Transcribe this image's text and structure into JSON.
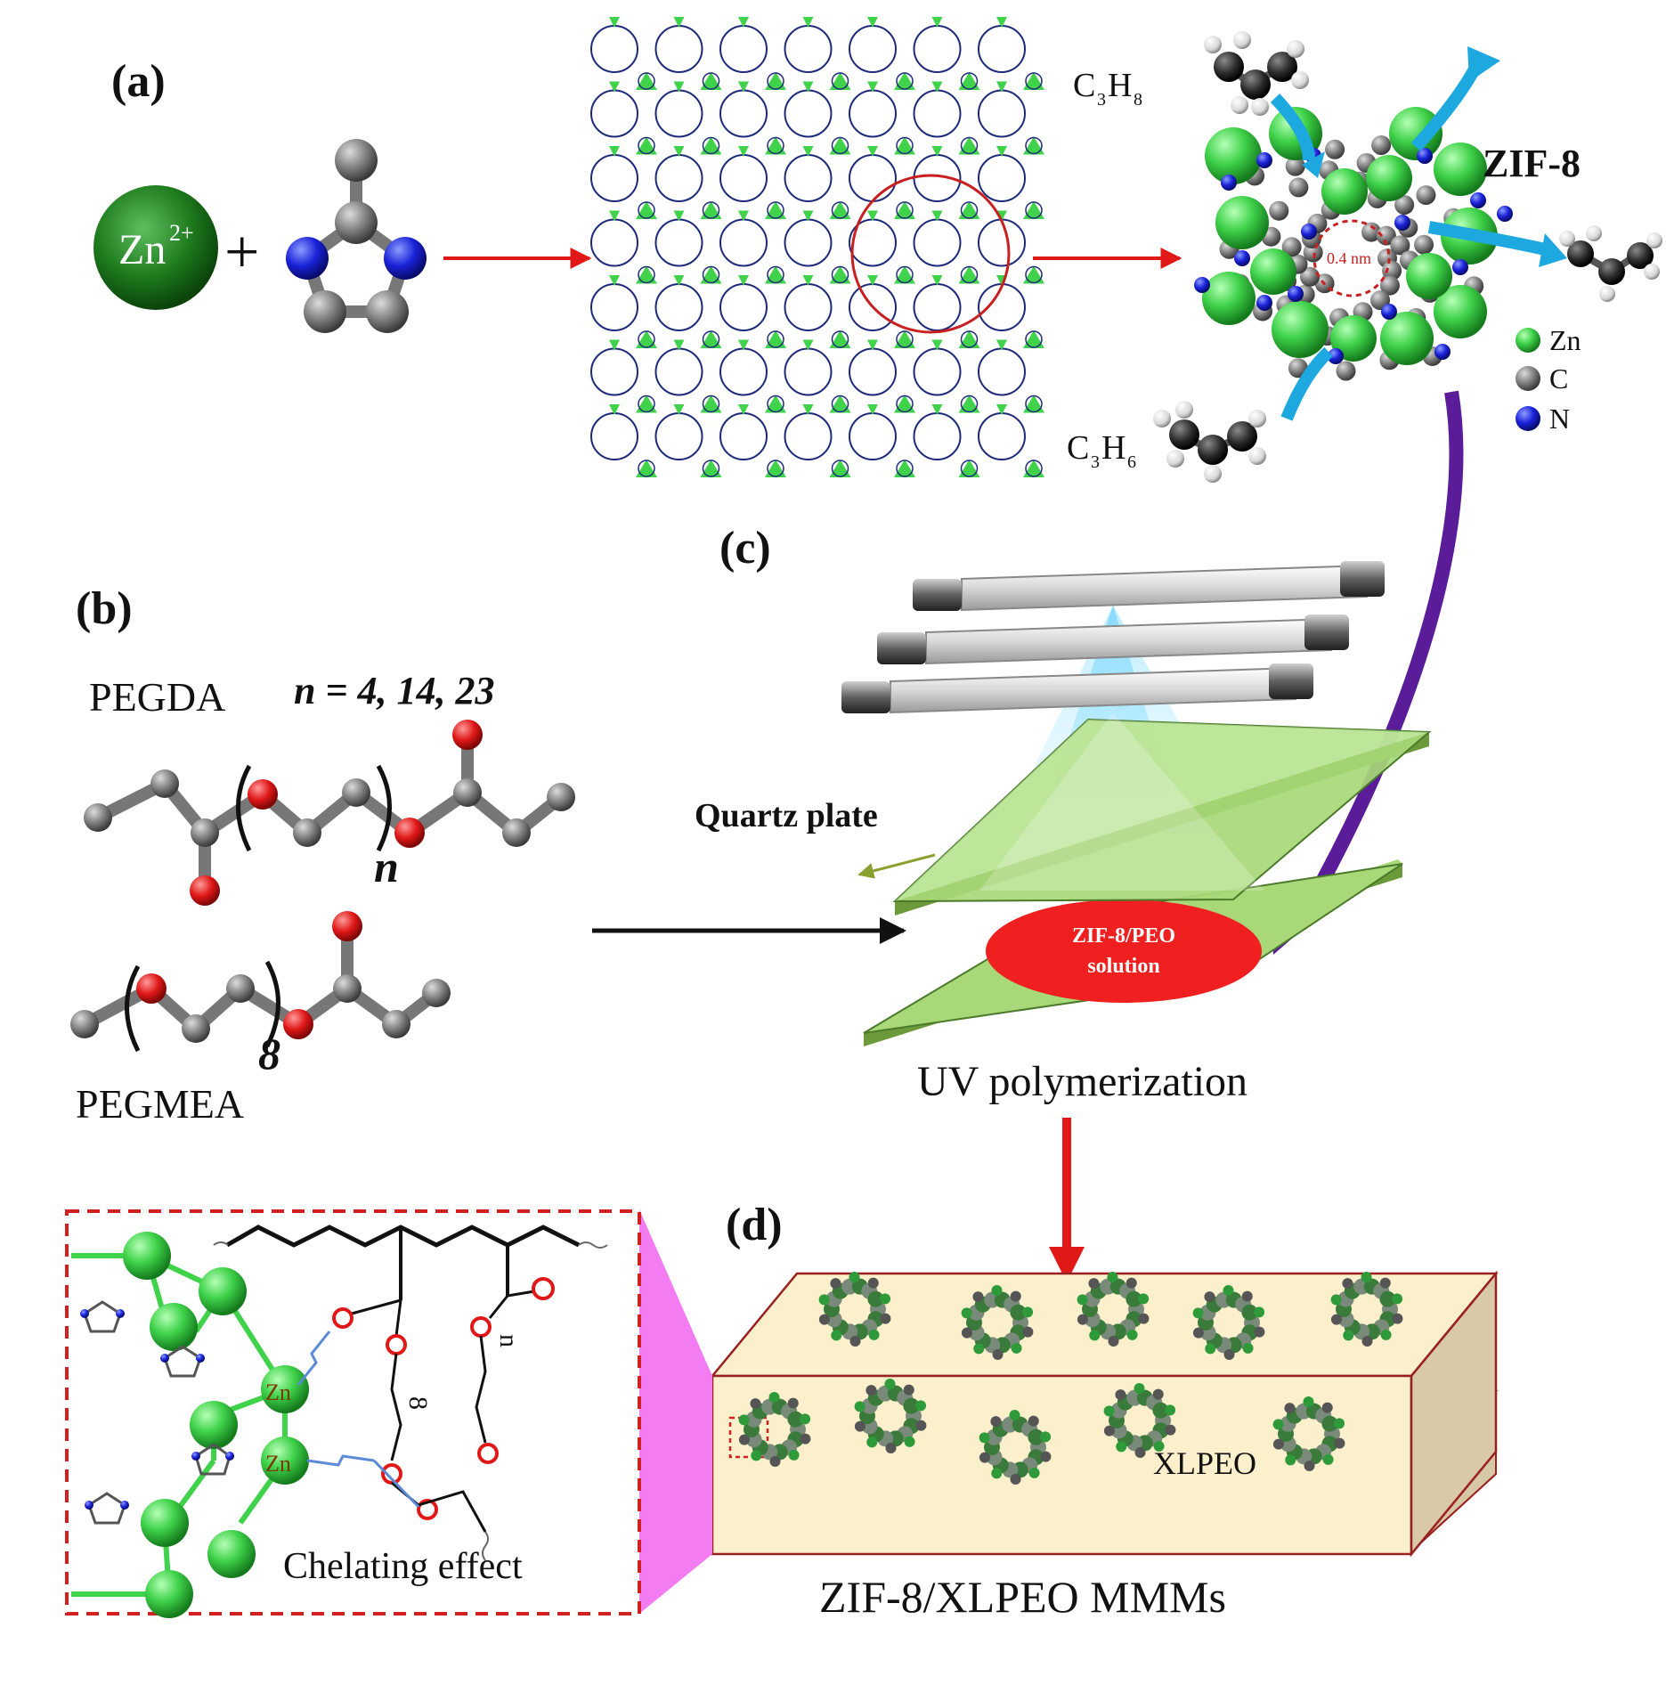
{
  "panels": {
    "a": "(a)",
    "b": "(b)",
    "c": "(c)",
    "d": "(d)"
  },
  "panel_a": {
    "ion_base": "Zn",
    "ion_charge": "2+",
    "plus": "+",
    "c3h8": {
      "c": "C",
      "c_sub": "3",
      "h": "H",
      "h_sub": "8"
    },
    "c3h6": {
      "c": "C",
      "c_sub": "3",
      "h": "H",
      "h_sub": "6"
    },
    "zif_title": "ZIF-8",
    "pore_size": "0.4 nm",
    "legend": [
      {
        "label": "Zn",
        "color": "#3fd24a"
      },
      {
        "label": "C",
        "color": "#7a7a7a"
      },
      {
        "label": "N",
        "color": "#1a22d8"
      }
    ]
  },
  "panel_b": {
    "pegda_label": "PEGDA",
    "n_values": "n = 4, 14, 23",
    "n_subscript": "n",
    "pegmea_label": "PEGMEA",
    "eight_subscript": "8"
  },
  "panel_c": {
    "quartz_label": "Quartz plate",
    "solution_line1": "ZIF-8/PEO",
    "solution_line2": "solution",
    "uv_label": "UV polymerization"
  },
  "panel_d": {
    "matrix_label": "XLPEO",
    "title": "ZIF-8/XLPEO MMMs",
    "zn1": "Zn",
    "zn2": "Zn",
    "chelating": "Chelating effect",
    "inset_8": "8",
    "inset_n": "n"
  },
  "colors": {
    "zn_green": "#3fd24a",
    "carbon_gray": "#7a7a7a",
    "nitrogen_blue": "#1a22d8",
    "oxygen_red": "#e01818",
    "arrow_red": "#e01818",
    "arrow_purple": "#5a1c98",
    "arrow_blue": "#1ea8e0",
    "plate_green": "#a8d878",
    "matrix_beige": "#fbefcc",
    "inset_magenta": "#f37cf3"
  }
}
